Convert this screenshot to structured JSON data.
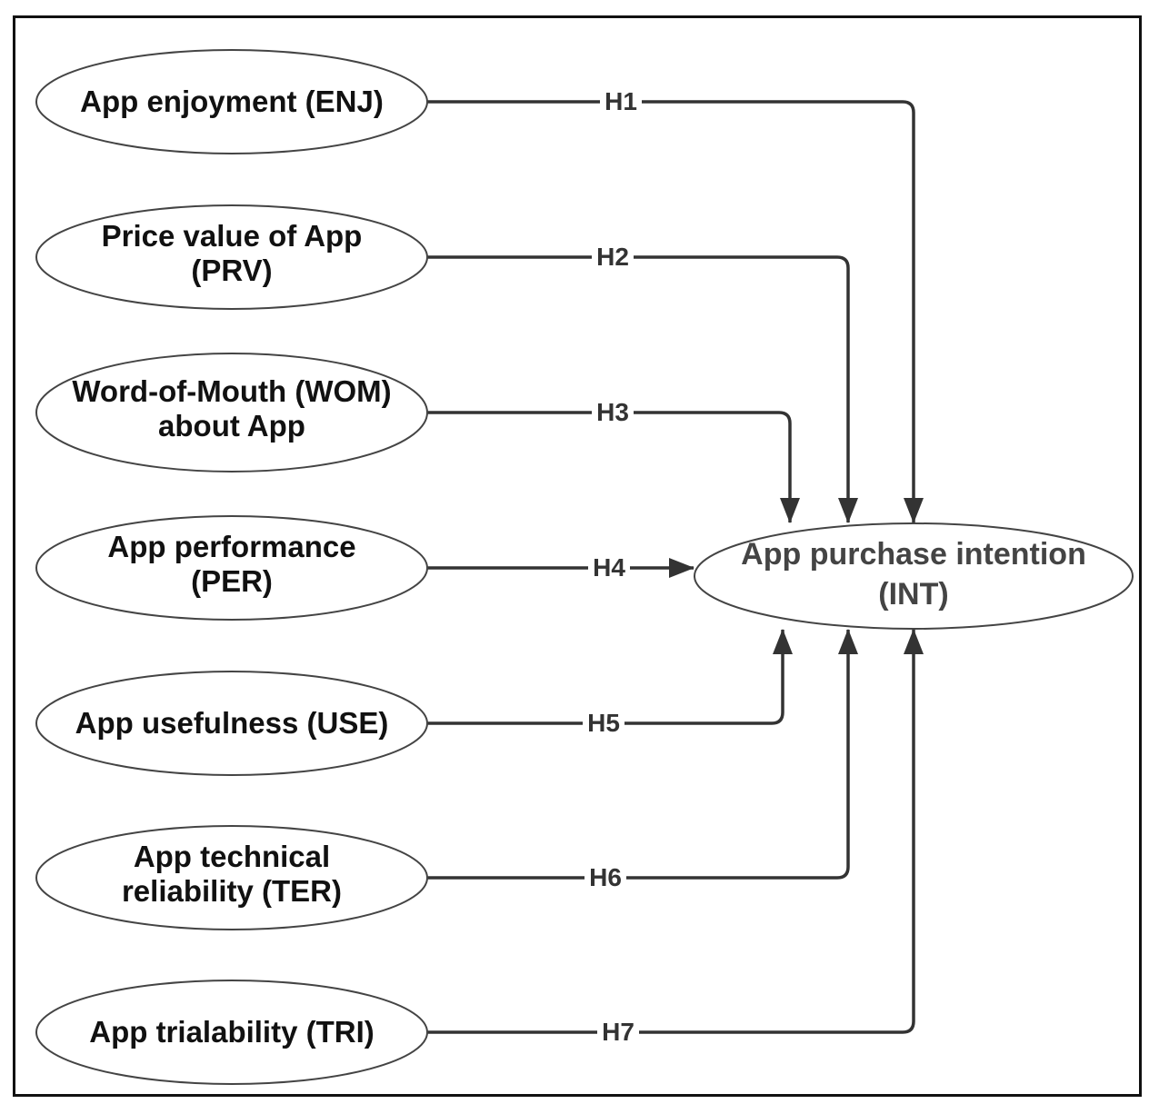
{
  "diagram": {
    "sources": [
      {
        "id": "ENJ",
        "lines": [
          "App enjoyment (ENJ)"
        ]
      },
      {
        "id": "PRV",
        "lines": [
          "Price value of App",
          "(PRV)"
        ]
      },
      {
        "id": "WOM",
        "lines": [
          "Word-of-Mouth (WOM)",
          "about App"
        ]
      },
      {
        "id": "PER",
        "lines": [
          "App performance",
          "(PER)"
        ]
      },
      {
        "id": "USE",
        "lines": [
          "App usefulness (USE)"
        ]
      },
      {
        "id": "TER",
        "lines": [
          "App technical",
          "reliability (TER)"
        ]
      },
      {
        "id": "TRI",
        "lines": [
          "App trialability (TRI)"
        ]
      }
    ],
    "target": {
      "id": "INT",
      "lines": [
        "App purchase intention",
        "(INT)"
      ]
    },
    "hypotheses": [
      {
        "label": "H1",
        "from": "ENJ",
        "to": "INT"
      },
      {
        "label": "H2",
        "from": "PRV",
        "to": "INT"
      },
      {
        "label": "H3",
        "from": "WOM",
        "to": "INT"
      },
      {
        "label": "H4",
        "from": "PER",
        "to": "INT"
      },
      {
        "label": "H5",
        "from": "USE",
        "to": "INT"
      },
      {
        "label": "H6",
        "from": "TER",
        "to": "INT"
      },
      {
        "label": "H7",
        "from": "TRI",
        "to": "INT"
      }
    ]
  }
}
